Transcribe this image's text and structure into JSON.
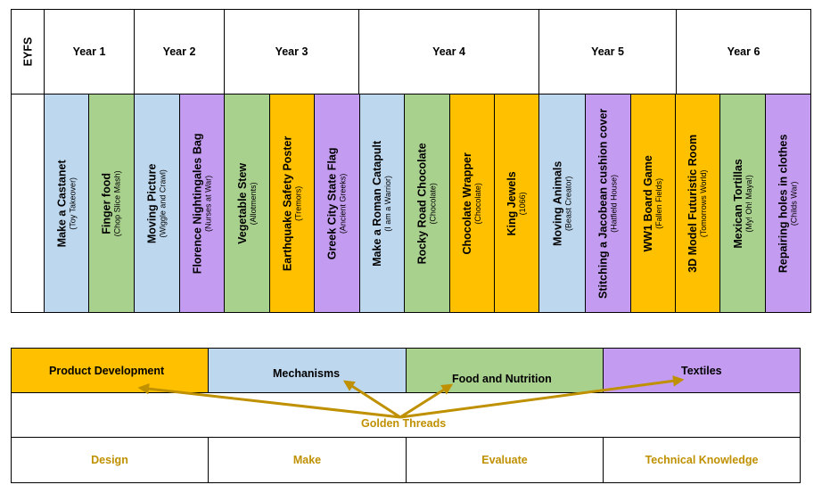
{
  "header": {
    "eyfs": "EYFS",
    "years": [
      "Year 1",
      "Year 2",
      "Year 3",
      "Year 4",
      "Year 5",
      "Year 6"
    ]
  },
  "colors": {
    "mechanisms": "#bdd7ee",
    "food_and_nutrition": "#a9d18e",
    "textiles": "#c39bf0",
    "product_development": "#ffc000",
    "golden_thread": "#bf9000"
  },
  "projects": [
    {
      "year": "Year 1",
      "title": "Make a Castanet",
      "topic": "(Toy Takeover)",
      "strand": "mechanisms"
    },
    {
      "year": "Year 1",
      "title": "Finger food",
      "topic": "(Chop Slice Mash)",
      "strand": "food_and_nutrition"
    },
    {
      "year": "Year 2",
      "title": "Moving Picture",
      "topic": "(Wiggle and Crawl)",
      "strand": "mechanisms"
    },
    {
      "year": "Year 2",
      "title": "Florence Nightingales Bag",
      "topic": "(Nurses at War)",
      "strand": "textiles"
    },
    {
      "year": "Year 3",
      "title": "Vegetable Stew",
      "topic": "(Allotments)",
      "strand": "food_and_nutrition"
    },
    {
      "year": "Year 3",
      "title": "Earthquake Safety Poster",
      "topic": "(Tremors)",
      "strand": "product_development"
    },
    {
      "year": "Year 3",
      "title": "Greek City State Flag",
      "topic": "(Ancient Greeks)",
      "strand": "textiles"
    },
    {
      "year": "Year 4",
      "title": "Make a Roman Catapult",
      "topic": "(I am a Warrior)",
      "strand": "mechanisms"
    },
    {
      "year": "Year 4",
      "title": "Rocky Road Chocolate",
      "topic": "(Chocolate)",
      "strand": "food_and_nutrition"
    },
    {
      "year": "Year 4",
      "title": "Chocolate Wrapper",
      "topic": "(Chocolate)",
      "strand": "product_development"
    },
    {
      "year": "Year 4",
      "title": "King Jewels",
      "topic": "(1066)",
      "strand": "product_development"
    },
    {
      "year": "Year 5",
      "title": "Moving Animals",
      "topic": "(Beast Creator)",
      "strand": "mechanisms"
    },
    {
      "year": "Year 5",
      "title": "Stitching a Jacobean cushion cover",
      "topic": "(Hatfield House)",
      "strand": "textiles"
    },
    {
      "year": "Year 5",
      "title": "WW1 Board Game",
      "topic": "(Fallen Fields)",
      "strand": "product_development"
    },
    {
      "year": "Year 6",
      "title": "3D Model Futuristic Room",
      "topic": "(Tomorrows World)",
      "strand": "product_development"
    },
    {
      "year": "Year 6",
      "title": "Mexican Tortillas",
      "topic": "(My! Oh! Maya!)",
      "strand": "food_and_nutrition"
    },
    {
      "year": "Year 6",
      "title": "Repairing holes in clothes",
      "topic": "(Childs War)",
      "strand": "textiles"
    }
  ],
  "strands": [
    {
      "key": "product_development",
      "label": "Product Development"
    },
    {
      "key": "mechanisms",
      "label": "Mechanisms"
    },
    {
      "key": "food_and_nutrition",
      "label": "Food and Nutrition"
    },
    {
      "key": "textiles",
      "label": "Textiles"
    }
  ],
  "golden_threads": {
    "label": "Golden Threads",
    "skills": [
      "Design",
      "Make",
      "Evaluate",
      "Technical Knowledge"
    ]
  }
}
